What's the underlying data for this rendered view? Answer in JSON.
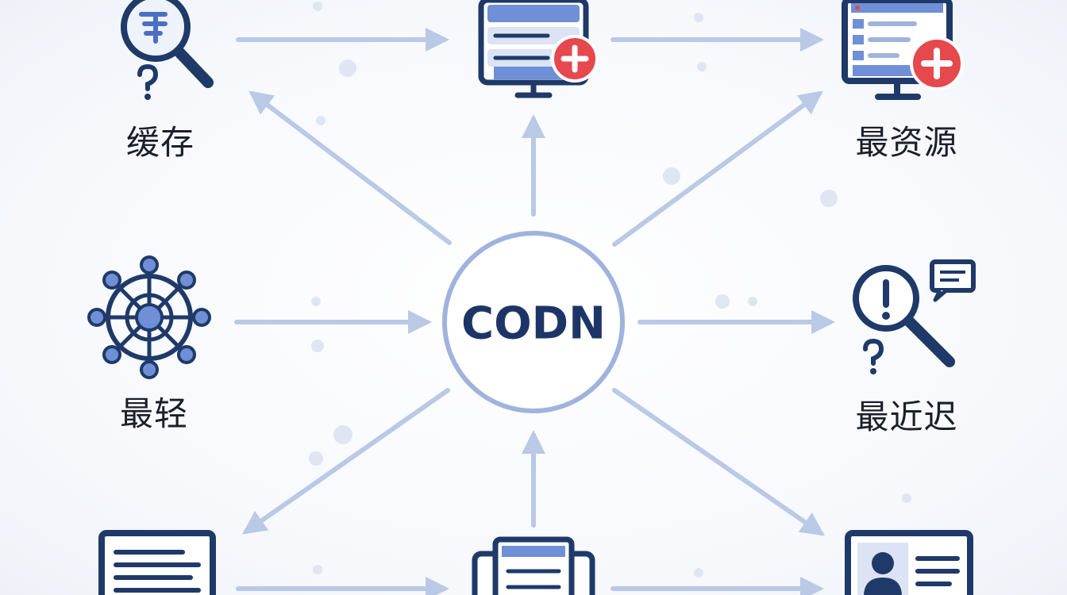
{
  "center": {
    "label": "CODN"
  },
  "nodes": {
    "top_left": {
      "label": "缓存",
      "icon": "magnifier-question-icon"
    },
    "top_center": {
      "label": "",
      "icon": "server-plus-icon"
    },
    "top_right": {
      "label": "最资源",
      "icon": "monitor-plus-icon"
    },
    "mid_left": {
      "label": "最轻",
      "icon": "network-hub-icon"
    },
    "mid_right": {
      "label": "最近迟",
      "icon": "magnifier-alert-icon"
    },
    "bottom_left": {
      "label": "",
      "icon": "document-icon"
    },
    "bottom_center": {
      "label": "",
      "icon": "server-icon"
    },
    "bottom_right": {
      "label": "",
      "icon": "profile-card-icon"
    }
  },
  "colors": {
    "navy": "#1f3a68",
    "accent_blue": "#6f8fd6",
    "arrow": "#b9c9e6",
    "red": "#e5484d"
  }
}
